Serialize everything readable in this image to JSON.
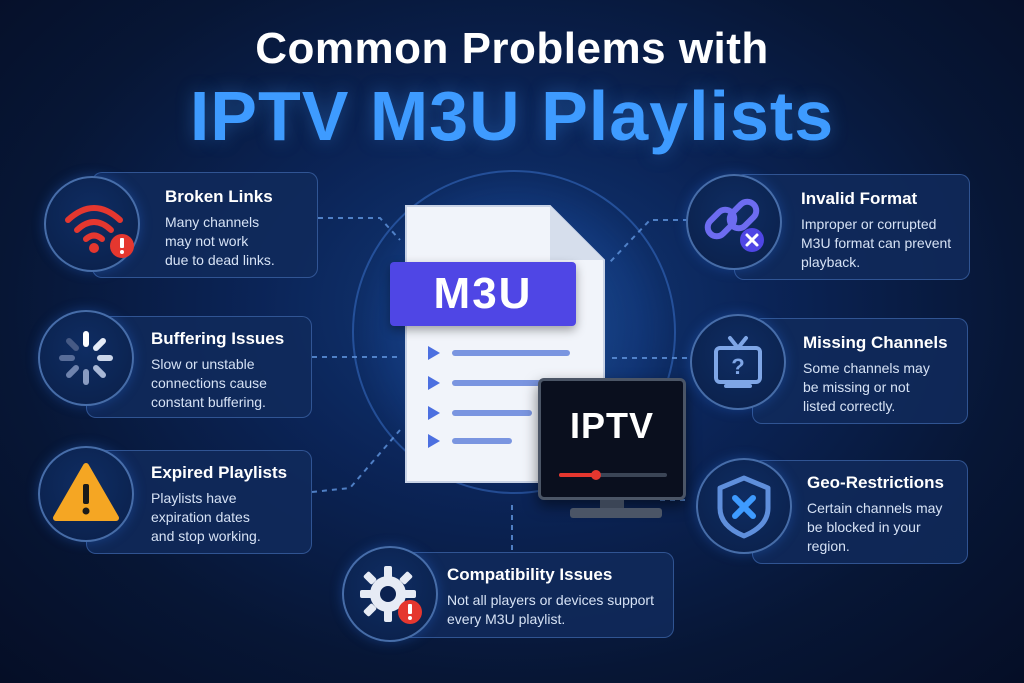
{
  "title": {
    "line1": "Common Problems with",
    "line2": "IPTV M3U Playlists"
  },
  "center": {
    "file_label": "M3U",
    "tv_label": "IPTV"
  },
  "problems": [
    {
      "title": "Broken Links",
      "desc": [
        "Many channels",
        "may not work",
        "due to dead links."
      ],
      "icon": "wifi-error-icon"
    },
    {
      "title": "Buffering Issues",
      "desc": [
        "Slow or unstable",
        "connections cause",
        "constant buffering."
      ],
      "icon": "loading-spinner-icon"
    },
    {
      "title": "Expired Playlists",
      "desc": [
        "Playlists have",
        "expiration dates",
        "and stop working."
      ],
      "icon": "warning-triangle-icon"
    },
    {
      "title": "Invalid Format",
      "desc": [
        "Improper or corrupted",
        "M3U format can prevent",
        "playback."
      ],
      "icon": "broken-link-icon"
    },
    {
      "title": "Missing Channels",
      "desc": [
        "Some channels may",
        "be missing or not",
        "listed correctly."
      ],
      "icon": "tv-question-icon"
    },
    {
      "title": "Geo-Restrictions",
      "desc": [
        "Certain channels may",
        "be blocked in your",
        "region."
      ],
      "icon": "shield-x-icon"
    },
    {
      "title": "Compatibility Issues",
      "desc": [
        "Not all players or devices support",
        "every M3U playlist."
      ],
      "icon": "gear-error-icon"
    }
  ],
  "colors": {
    "accent_blue": "#3e9bff",
    "error_red": "#e5372f",
    "warning_orange": "#f5a623",
    "label_purple": "#4f46e5"
  }
}
